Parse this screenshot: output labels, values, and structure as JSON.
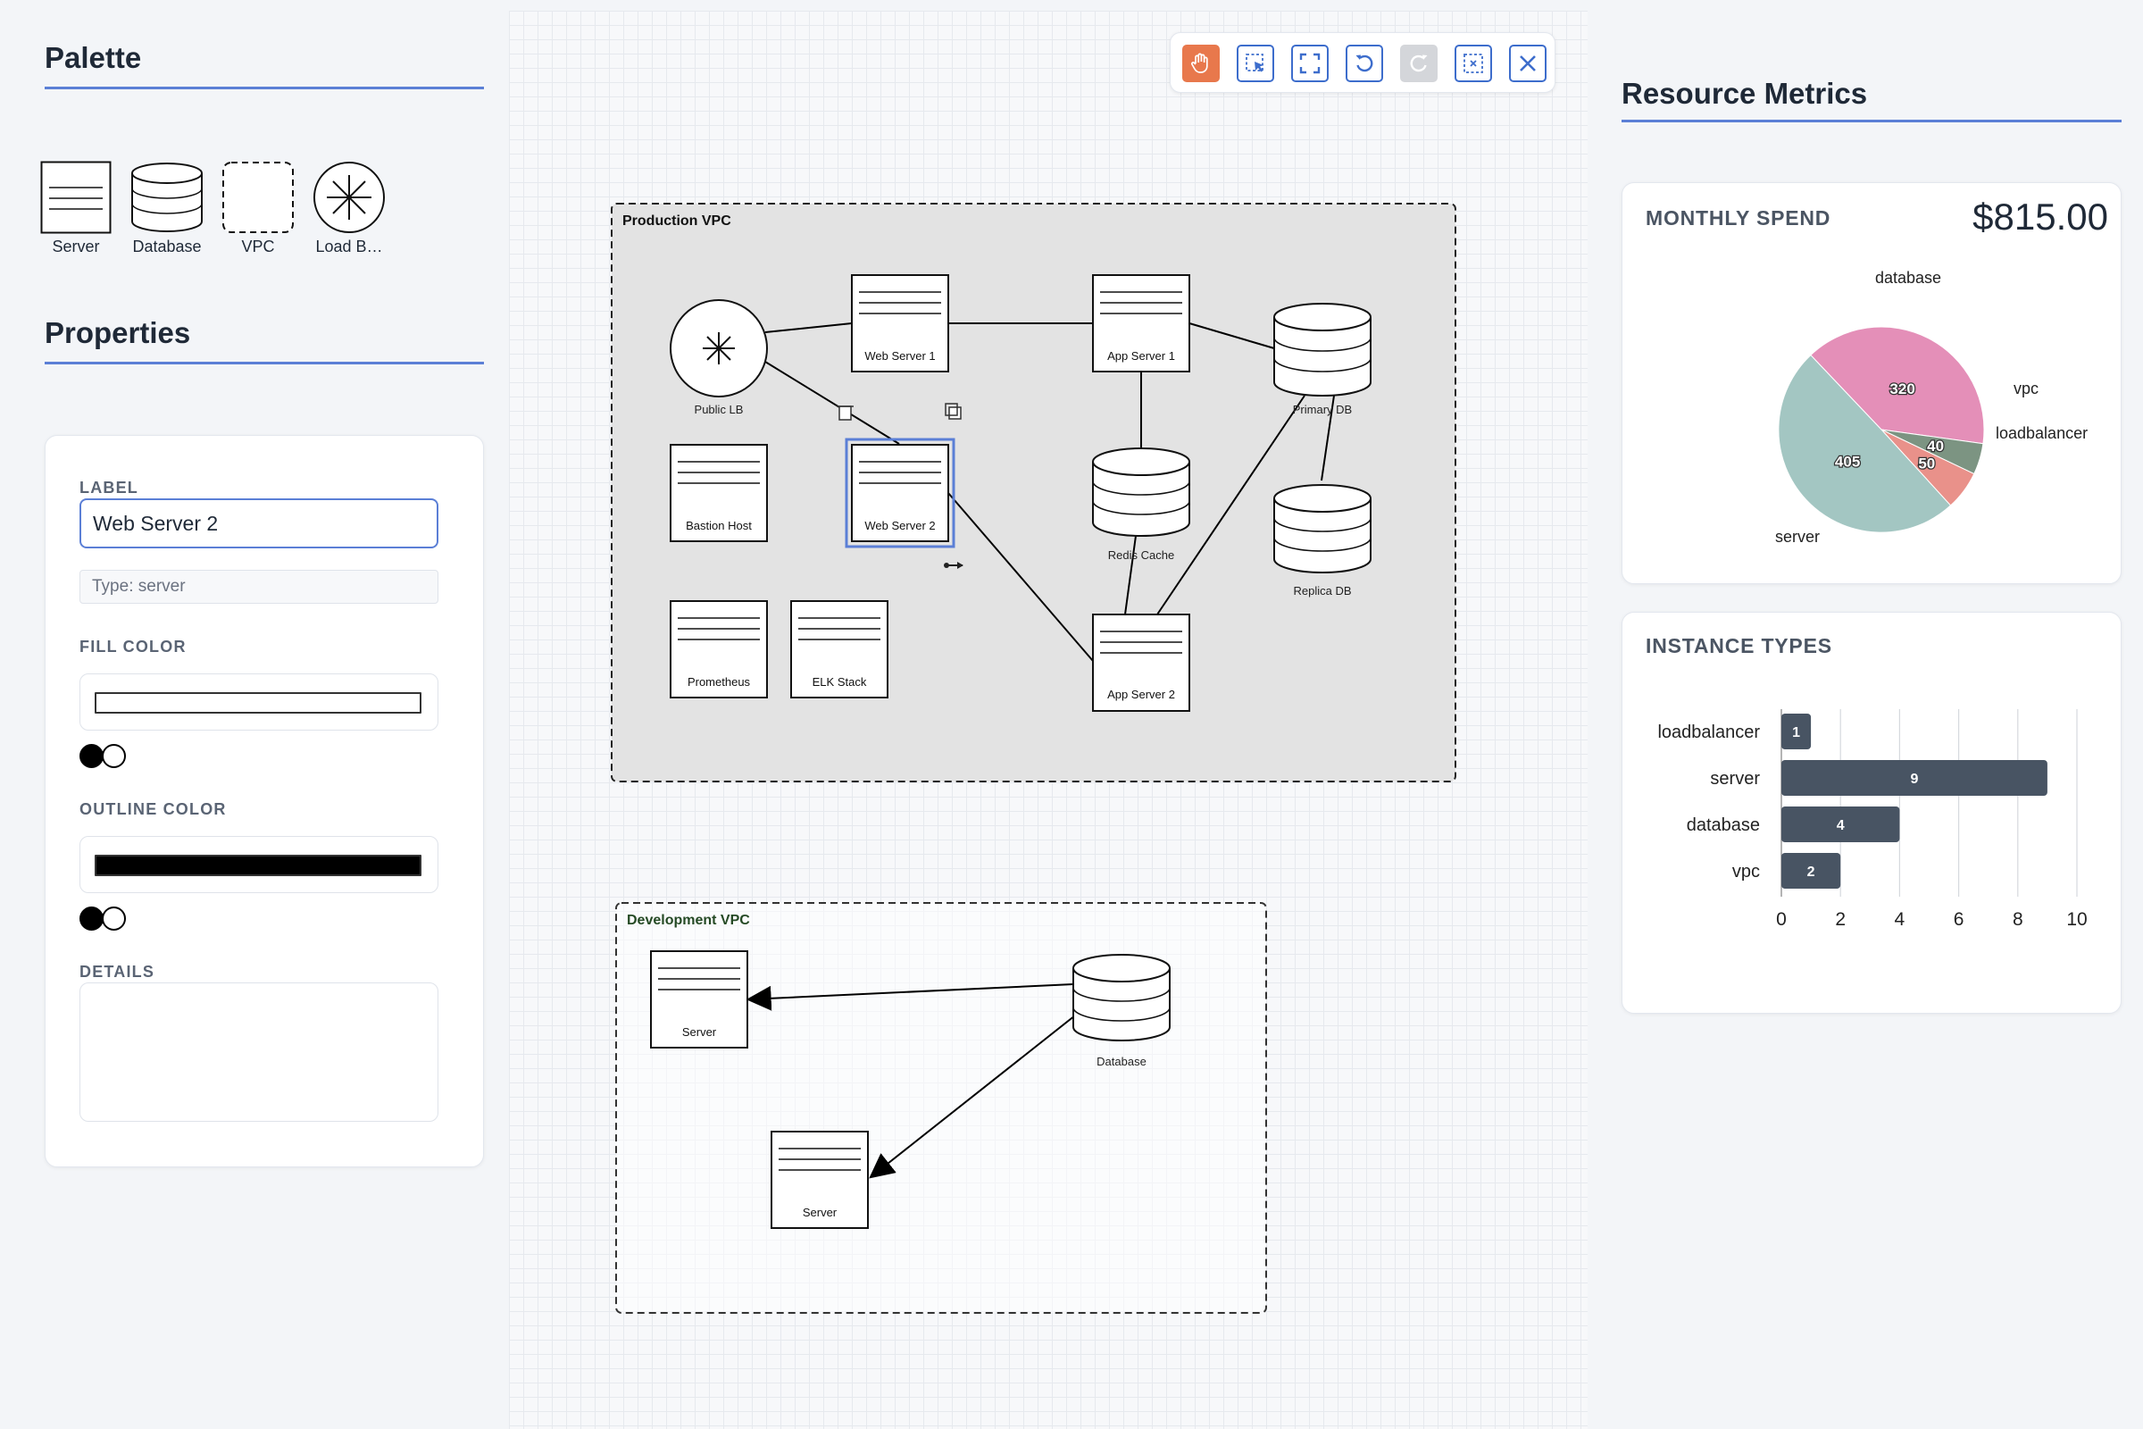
{
  "palette": {
    "title": "Palette",
    "items": [
      {
        "label": "Server",
        "icon": "server-icon"
      },
      {
        "label": "Database",
        "icon": "database-icon"
      },
      {
        "label": "VPC",
        "icon": "vpc-icon"
      },
      {
        "label": "Load B…",
        "icon": "load-balancer-icon"
      }
    ]
  },
  "properties": {
    "title": "Properties",
    "label_heading": "LABEL",
    "label_value": "Web Server 2",
    "type_text": "Type: server",
    "fill_heading": "FILL COLOR",
    "fill_color": "#ffffff",
    "outline_heading": "OUTLINE COLOR",
    "outline_color": "#000000",
    "details_heading": "DETAILS",
    "details_value": ""
  },
  "toolbar": {
    "buttons": [
      {
        "name": "pan-tool-button",
        "icon": "hand-icon",
        "state": "active"
      },
      {
        "name": "select-tool-button",
        "icon": "select-icon",
        "state": "normal"
      },
      {
        "name": "fit-view-button",
        "icon": "fullscreen-icon",
        "state": "normal"
      },
      {
        "name": "undo-button",
        "icon": "undo-icon",
        "state": "normal"
      },
      {
        "name": "redo-button",
        "icon": "redo-icon",
        "state": "disabled"
      },
      {
        "name": "clear-selection-button",
        "icon": "deselect-icon",
        "state": "normal"
      },
      {
        "name": "close-button",
        "icon": "close-icon",
        "state": "normal"
      }
    ]
  },
  "diagram": {
    "production_vpc": {
      "label": "Production VPC",
      "nodes": {
        "public_lb": "Public LB",
        "web_server_1": "Web Server 1",
        "app_server_1": "App Server 1",
        "primary_db": "Primary DB",
        "bastion_host": "Bastion Host",
        "web_server_2": "Web Server 2",
        "redis_cache": "Redis Cache",
        "replica_db": "Replica DB",
        "prometheus": "Prometheus",
        "elk_stack": "ELK Stack",
        "app_server_2": "App Server 2"
      }
    },
    "development_vpc": {
      "label": "Development VPC",
      "nodes": {
        "server_a": "Server",
        "database": "Database",
        "server_b": "Server"
      }
    }
  },
  "metrics": {
    "title": "Resource Metrics",
    "monthly_spend": {
      "title": "MONTHLY SPEND",
      "total": "$815.00"
    },
    "instance_types": {
      "title": "INSTANCE TYPES"
    },
    "colors": {
      "database": "#e48fb8",
      "vpc": "#7c9482",
      "loadbalancer": "#e9918a",
      "server": "#a3c6c2",
      "bar": "#485463"
    }
  },
  "chart_data": [
    {
      "type": "pie",
      "title": "MONTHLY SPEND",
      "categories": [
        "database",
        "vpc",
        "loadbalancer",
        "server"
      ],
      "values": [
        320,
        40,
        50,
        405
      ]
    },
    {
      "type": "bar",
      "orientation": "horizontal",
      "title": "INSTANCE TYPES",
      "categories": [
        "loadbalancer",
        "server",
        "database",
        "vpc"
      ],
      "values": [
        1,
        9,
        4,
        2
      ],
      "xlim": [
        0,
        10
      ],
      "xticks": [
        0,
        2,
        4,
        6,
        8,
        10
      ],
      "grid": true
    }
  ]
}
